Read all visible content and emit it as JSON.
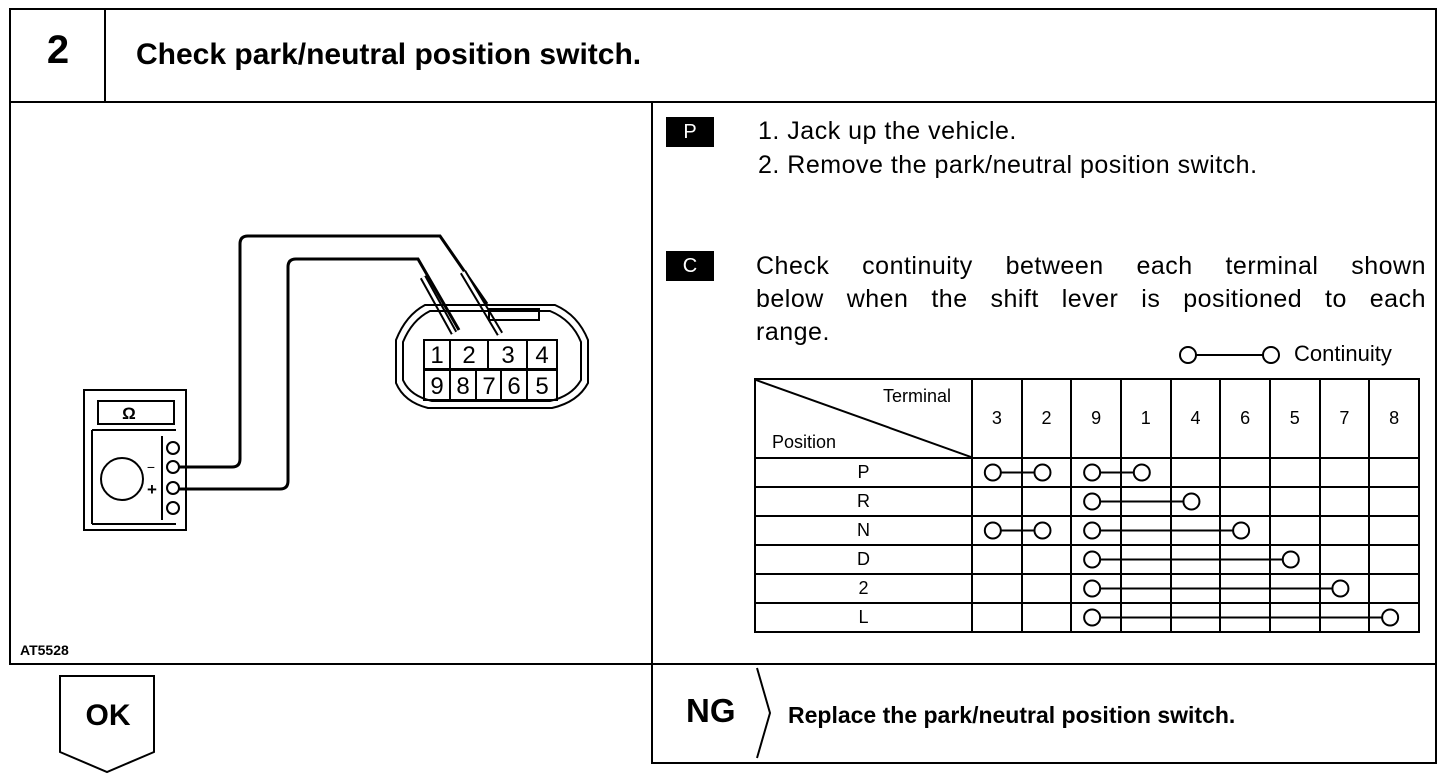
{
  "step": {
    "number": "2",
    "title": "Check park/neutral position switch."
  },
  "figure": {
    "label": "AT5528",
    "meter_symbol": "Ω",
    "probe_minus": "−",
    "probe_plus": "+",
    "connector_top_row": [
      "1",
      "2",
      "3",
      "4"
    ],
    "connector_bottom_row": [
      "9",
      "8",
      "7",
      "6",
      "5"
    ]
  },
  "prep": {
    "badge": "P",
    "steps": [
      "1.  Jack up the vehicle.",
      "2.  Remove the park/neutral position switch."
    ]
  },
  "check": {
    "badge": "C",
    "lines": [
      "Check continuity between each terminal shown",
      "below when the shift lever is positioned to each",
      "range."
    ]
  },
  "table": {
    "legend_label": "Continuity",
    "header_terminal": "Terminal",
    "header_position": "Position",
    "terminals": [
      "3",
      "2",
      "9",
      "1",
      "4",
      "6",
      "5",
      "7",
      "8"
    ],
    "rows": [
      {
        "position": "P",
        "connections": [
          [
            "3",
            "2"
          ],
          [
            "9",
            "1"
          ]
        ]
      },
      {
        "position": "R",
        "connections": [
          [
            "9",
            "4"
          ]
        ]
      },
      {
        "position": "N",
        "connections": [
          [
            "3",
            "2"
          ],
          [
            "9",
            "6"
          ]
        ]
      },
      {
        "position": "D",
        "connections": [
          [
            "9",
            "5"
          ]
        ]
      },
      {
        "position": "2",
        "connections": [
          [
            "9",
            "7"
          ]
        ]
      },
      {
        "position": "L",
        "connections": [
          [
            "9",
            "8"
          ]
        ]
      }
    ]
  },
  "result": {
    "ok_label": "OK",
    "ng_label": "NG",
    "ng_action": "Replace the park/neutral position switch."
  }
}
